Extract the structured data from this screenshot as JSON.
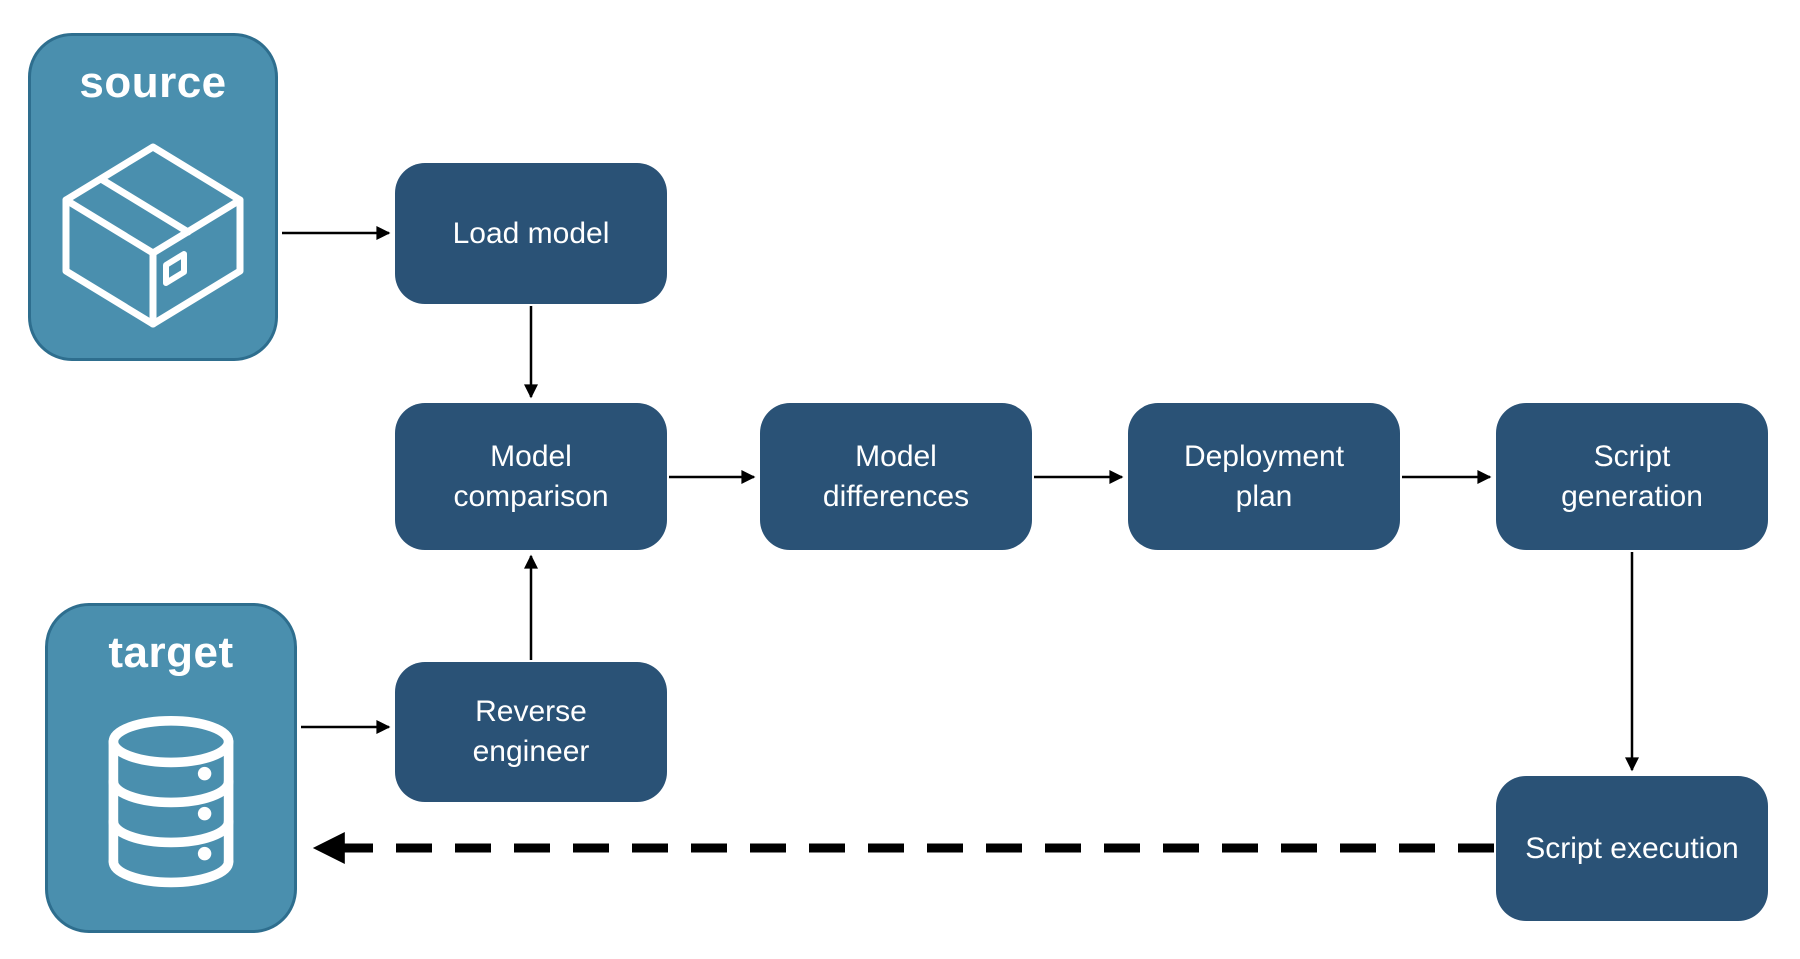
{
  "diagram": {
    "endpoints": {
      "source": {
        "label": "source",
        "icon": "package-icon"
      },
      "target": {
        "label": "target",
        "icon": "database-icon"
      }
    },
    "nodes": {
      "load_model": {
        "label": "Load model"
      },
      "model_comparison": {
        "label": "Model comparison"
      },
      "model_differences": {
        "label": "Model differences"
      },
      "deployment_plan": {
        "label": "Deployment plan"
      },
      "script_generation": {
        "label": "Script generation"
      },
      "reverse_engineer": {
        "label": "Reverse engineer"
      },
      "script_execution": {
        "label": "Script execution"
      }
    },
    "edges": [
      {
        "from": "source",
        "to": "load_model",
        "style": "solid"
      },
      {
        "from": "load_model",
        "to": "model_comparison",
        "style": "solid"
      },
      {
        "from": "target",
        "to": "reverse_engineer",
        "style": "solid"
      },
      {
        "from": "reverse_engineer",
        "to": "model_comparison",
        "style": "solid"
      },
      {
        "from": "model_comparison",
        "to": "model_differences",
        "style": "solid"
      },
      {
        "from": "model_differences",
        "to": "deployment_plan",
        "style": "solid"
      },
      {
        "from": "deployment_plan",
        "to": "script_generation",
        "style": "solid"
      },
      {
        "from": "script_generation",
        "to": "script_execution",
        "style": "solid"
      },
      {
        "from": "script_execution",
        "to": "target",
        "style": "dashed"
      }
    ],
    "colors": {
      "node_fill": "#2a5276",
      "endpoint_fill": "#4a8fae",
      "endpoint_border": "#2e6e8e",
      "label_text": "#ffffff",
      "connector": "#000000",
      "background": "#ffffff"
    }
  }
}
